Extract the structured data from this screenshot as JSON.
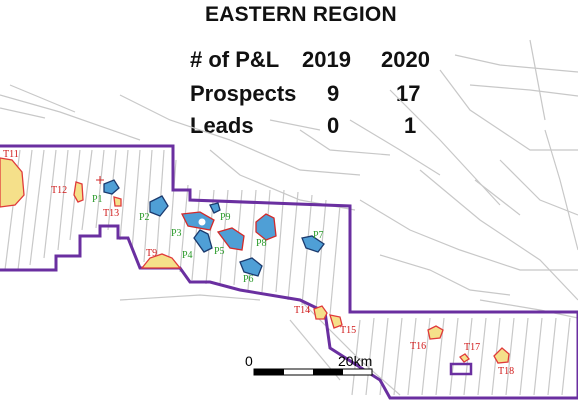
{
  "title": "EASTERN REGION",
  "table": {
    "header_label": "# of P&L",
    "years": [
      "2019",
      "2020"
    ],
    "rows": [
      {
        "label": "Prospects",
        "v2019": "9",
        "v2020": "17"
      },
      {
        "label": "Leads",
        "v2019": "0",
        "v2020": "1"
      }
    ]
  },
  "prospects": [
    "P1",
    "P2",
    "P3",
    "P4",
    "P5",
    "P7",
    "P8",
    "P9",
    "P6"
  ],
  "leads": [
    "T11",
    "T12",
    "T13",
    "T9",
    "T14",
    "T15",
    "T16",
    "T17",
    "T18"
  ],
  "scale_bar": {
    "start_label": "0",
    "end_label": "20km"
  },
  "colors": {
    "boundary": "#6a2fa0",
    "prospect_fill": "#4f9fd6",
    "prospect_outline_red": "#d22a2a",
    "lead_fill": "#f5e08a",
    "lead_outline": "#e03a3a",
    "prospect_label": "#2a9a2a",
    "lead_label": "#d01818",
    "grid_lines": "#c8c8c8"
  }
}
